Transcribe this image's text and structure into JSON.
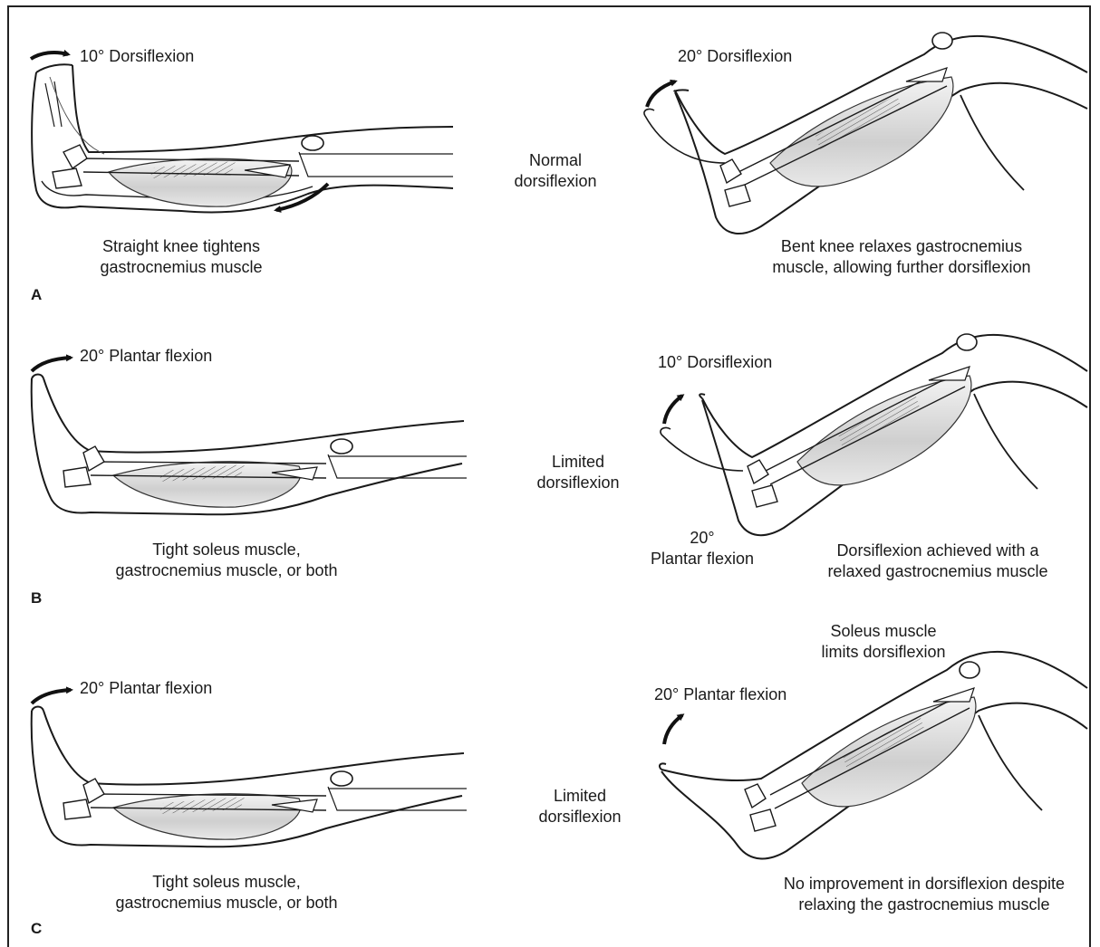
{
  "panels": [
    {
      "letter": "A",
      "middle_label": [
        "Normal",
        "dorsiflexion"
      ],
      "left": {
        "angle_label": "10° Dorsiflexion",
        "caption": [
          "Straight knee tightens",
          "gastrocnemius muscle"
        ]
      },
      "right": {
        "angle_label": "20° Dorsiflexion",
        "caption": [
          "Bent knee relaxes gastrocnemius",
          "muscle, allowing further dorsiflexion"
        ]
      }
    },
    {
      "letter": "B",
      "middle_label": [
        "Limited",
        "dorsiflexion"
      ],
      "left": {
        "angle_label": "20° Plantar flexion",
        "caption": [
          "Tight soleus muscle,",
          "gastrocnemius muscle, or both"
        ]
      },
      "right": {
        "angle_label": "10° Dorsiflexion",
        "secondary_label": [
          "20°",
          "Plantar flexion"
        ],
        "caption": [
          "Dorsiflexion achieved with a",
          "relaxed gastrocnemius muscle"
        ]
      }
    },
    {
      "letter": "C",
      "middle_label": [
        "Limited",
        "dorsiflexion"
      ],
      "left": {
        "angle_label": "20° Plantar flexion",
        "caption": [
          "Tight soleus muscle,",
          "gastrocnemius muscle, or both"
        ]
      },
      "right": {
        "angle_label": "20° Plantar flexion",
        "top_label": [
          "Soleus muscle",
          "limits dorsiflexion"
        ],
        "caption": [
          "No improvement in dorsiflexion despite",
          "relaxing the gastrocnemius muscle"
        ]
      }
    }
  ],
  "colors": {
    "ink": "#1a1a1a",
    "muscle_fill": "#d9d9d9",
    "background": "#ffffff"
  }
}
